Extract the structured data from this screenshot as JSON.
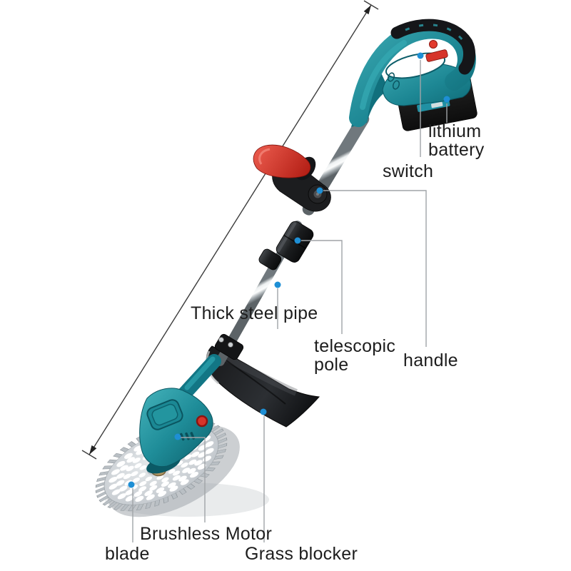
{
  "annotations": {
    "switch": {
      "label": "switch"
    },
    "lithium_battery": {
      "label": "lithium\nbattery"
    },
    "handle": {
      "label": "handle"
    },
    "telescopic_pole": {
      "label": "telescopic\npole"
    },
    "thick_steel_pipe": {
      "label": "Thick steel pipe"
    },
    "brushless_motor": {
      "label": "Brushless Motor"
    },
    "blade": {
      "label": "blade"
    },
    "grass_blocker": {
      "label": "Grass blocker"
    }
  },
  "colors": {
    "body_teal": "#1d8794",
    "teal_dark": "#0e6470",
    "teal_light": "#4fb9c1",
    "grip_black": "#1a1b1d",
    "accent_red": "#d6342a",
    "callout_dot_blue": "#1e8fd5",
    "battery_black": "#171717",
    "blade_silver": "#c6cbd0",
    "guard_black": "#17181b",
    "pipe_silver": "#d9dcde",
    "leader_line_gray": "#a0a4a7",
    "label_text": "#1d1d1d",
    "background": "#ffffff"
  }
}
